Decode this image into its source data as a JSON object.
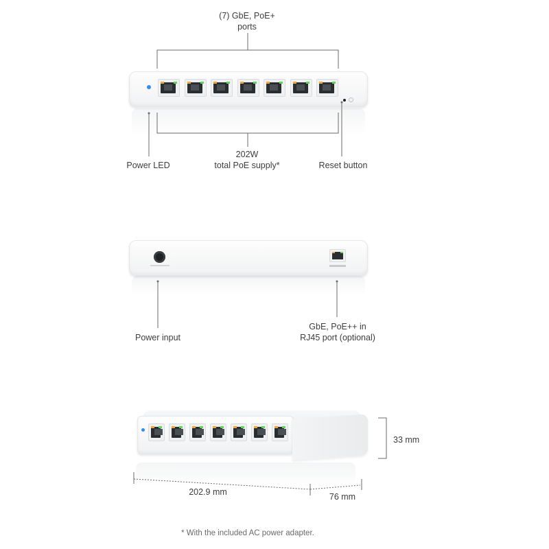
{
  "front_view": {
    "ports_label_line1": "(7) GbE, PoE+",
    "ports_label_line2": "ports",
    "power_led_label": "Power LED",
    "poe_supply_line1": "202W",
    "poe_supply_line2": "total PoE supply*",
    "reset_button_label": "Reset button",
    "port_count": 7,
    "power_led_color": "#2f8ff0"
  },
  "rear_view": {
    "power_input_label": "Power input",
    "uplink_label_line1": "GbE, PoE++ in",
    "uplink_label_line2": "RJ45 port (optional)"
  },
  "dimension_view": {
    "height_label": "33 mm",
    "width_label": "202.9 mm",
    "depth_label": "76 mm"
  },
  "footnote": "* With the included AC power adapter.",
  "colors": {
    "port_led_amber": "#f0a63a",
    "port_led_green": "#5fd65a",
    "line": "#6b6b6b"
  }
}
